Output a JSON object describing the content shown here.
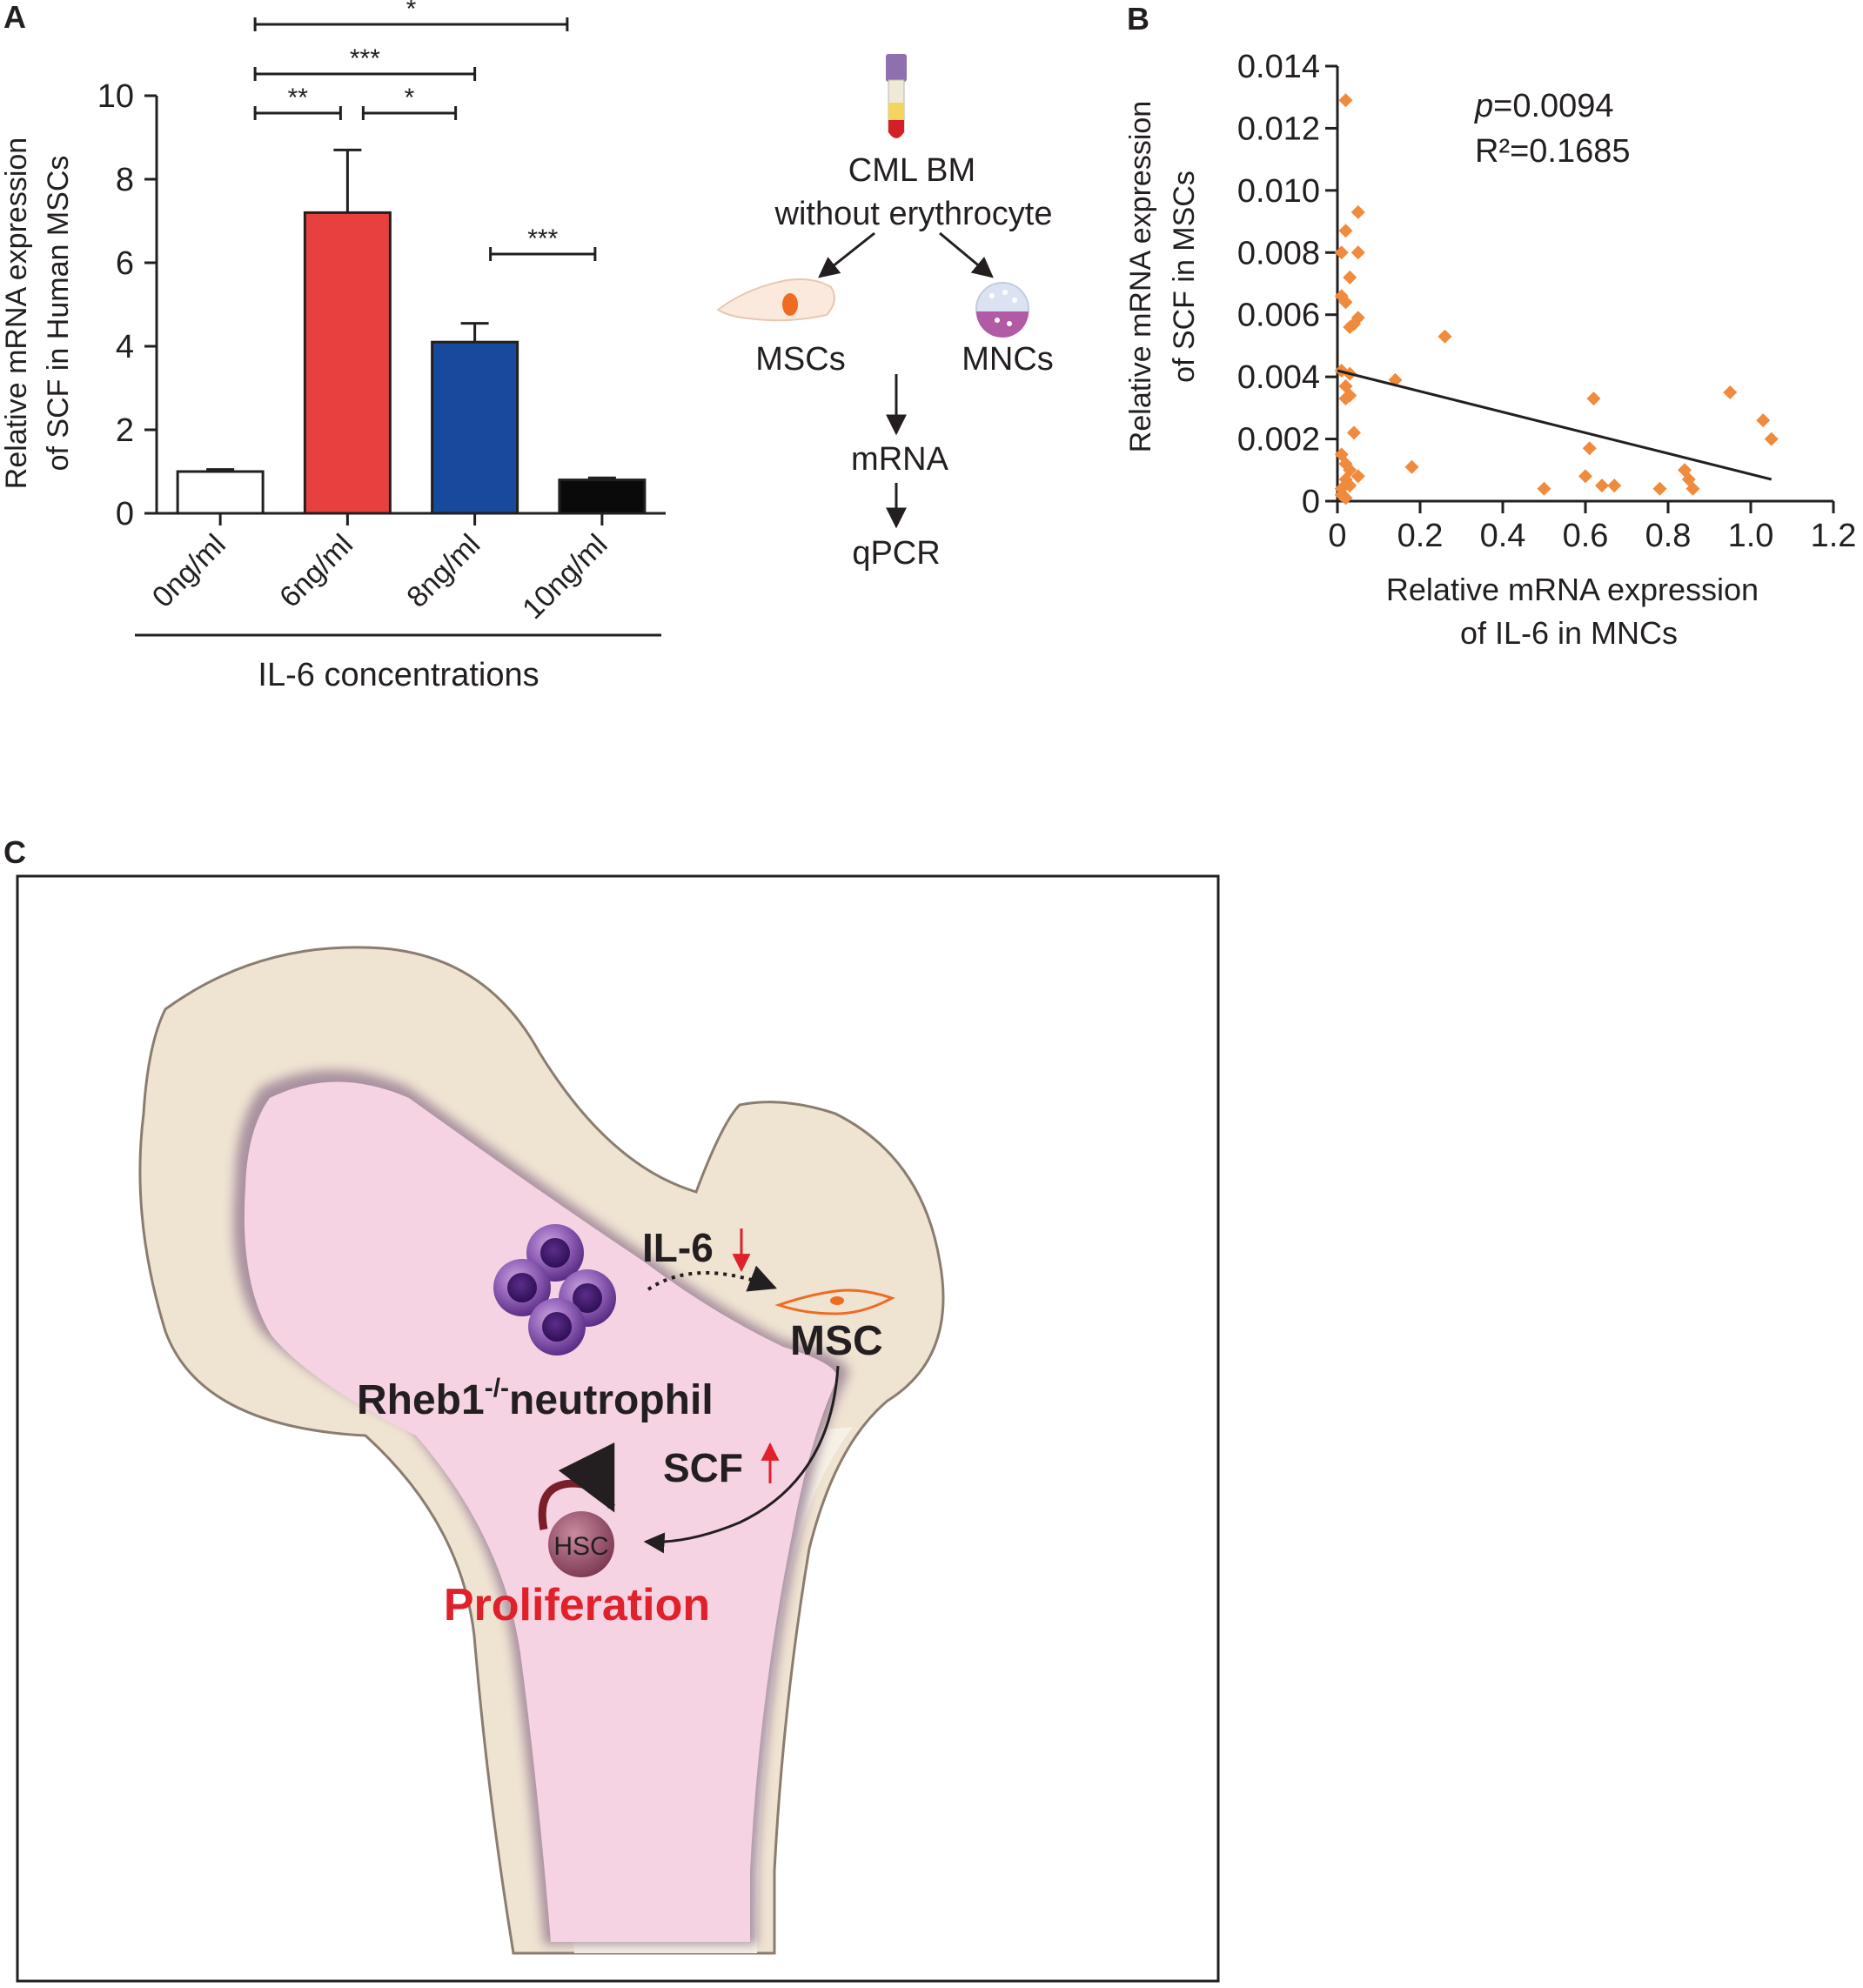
{
  "panels": {
    "a": "A",
    "b": "B",
    "c": "C"
  },
  "colors": {
    "red": "#e8403f",
    "blue": "#174a9c",
    "black": "#0a0a0a",
    "orange": "#f08a3c",
    "pink": "#f6d3e3",
    "bone": "#efe3d2",
    "arrow_red": "#e0202a"
  },
  "chart_data": [
    {
      "type": "bar",
      "ylabel_line1": "Relative mRNA expression",
      "ylabel_line2": "of  SCF in Human MSCs",
      "categories": [
        "0ng/ml",
        "6ng/ml",
        "8ng/ml",
        "10ng/ml"
      ],
      "values": [
        1.0,
        7.2,
        4.1,
        0.8
      ],
      "errors": [
        0.05,
        1.5,
        0.45,
        0.05
      ],
      "bar_colors": [
        "#ffffff",
        "#e8403f",
        "#174a9c",
        "#0a0a0a"
      ],
      "ylim": [
        0,
        10
      ],
      "yticks": [
        0,
        2,
        4,
        6,
        8,
        10
      ],
      "xgroup_label": "IL-6  concentrations",
      "significance": [
        {
          "from": 0,
          "to": 1,
          "label": "**"
        },
        {
          "from": 1,
          "to": 2,
          "label": "*"
        },
        {
          "from": 0,
          "to": 2,
          "label": "***"
        },
        {
          "from": 0,
          "to": 3,
          "label": "*"
        },
        {
          "from": 2,
          "to": 3,
          "label": "***"
        }
      ]
    },
    {
      "type": "scatter",
      "xlabel_line1": "Relative mRNA expression",
      "xlabel_line2": "of  IL-6 in MNCs",
      "ylabel_line1": "Relative mRNA expression",
      "ylabel_line2": "of  SCF in MSCs",
      "xlim": [
        0,
        1.2
      ],
      "ylim": [
        0,
        0.014
      ],
      "xticks": [
        "0",
        "0.2",
        "0.4",
        "0.6",
        "0.8",
        "1.0",
        "1.2"
      ],
      "yticks": [
        "0",
        "0.002",
        "0.004",
        "0.006",
        "0.008",
        "0.010",
        "0.012",
        "0.014"
      ],
      "annotation_p": "p",
      "annotation_p_value": "=0.0094",
      "annotation_r2": "R²=0.1685",
      "fit_line": {
        "x": [
          0,
          1.05
        ],
        "y": [
          0.0042,
          0.0007
        ]
      },
      "points": [
        [
          0.02,
          0.0129
        ],
        [
          0.05,
          0.0093
        ],
        [
          0.02,
          0.0087
        ],
        [
          0.05,
          0.008
        ],
        [
          0.01,
          0.008
        ],
        [
          0.03,
          0.0072
        ],
        [
          0.01,
          0.0066
        ],
        [
          0.02,
          0.0064
        ],
        [
          0.05,
          0.0059
        ],
        [
          0.04,
          0.0057
        ],
        [
          0.03,
          0.0056
        ],
        [
          0.26,
          0.0053
        ],
        [
          0.01,
          0.0042
        ],
        [
          0.03,
          0.0041
        ],
        [
          0.14,
          0.0039
        ],
        [
          0.02,
          0.0037
        ],
        [
          0.03,
          0.0034
        ],
        [
          0.02,
          0.0033
        ],
        [
          0.62,
          0.0033
        ],
        [
          0.95,
          0.0035
        ],
        [
          1.03,
          0.0026
        ],
        [
          1.05,
          0.002
        ],
        [
          0.04,
          0.0022
        ],
        [
          0.01,
          0.0015
        ],
        [
          0.61,
          0.0017
        ],
        [
          0.02,
          0.0012
        ],
        [
          0.18,
          0.0011
        ],
        [
          0.03,
          0.001
        ],
        [
          0.05,
          0.0008
        ],
        [
          0.02,
          0.0007
        ],
        [
          0.6,
          0.0008
        ],
        [
          0.84,
          0.001
        ],
        [
          0.85,
          0.0007
        ],
        [
          0.03,
          0.0005
        ],
        [
          0.01,
          0.0004
        ],
        [
          0.5,
          0.0004
        ],
        [
          0.64,
          0.0005
        ],
        [
          0.67,
          0.0005
        ],
        [
          0.78,
          0.0004
        ],
        [
          0.86,
          0.0004
        ],
        [
          0.01,
          0.0002
        ],
        [
          0.02,
          0.0001
        ]
      ]
    }
  ],
  "workflow": {
    "sample_line1": "CML BM",
    "sample_line2": "without erythrocyte",
    "left_cell": "MSCs",
    "right_cell": "MNCs",
    "step1": "mRNA",
    "step2": "qPCR"
  },
  "schematic": {
    "il6": "IL-6",
    "msc": "MSC",
    "neutrophil_base": "Rheb1",
    "neutrophil_sup": "-/-",
    "neutrophil_rest": "neutrophil",
    "scf": "SCF",
    "hsc": "HSC",
    "proliferation": "Proliferation"
  }
}
